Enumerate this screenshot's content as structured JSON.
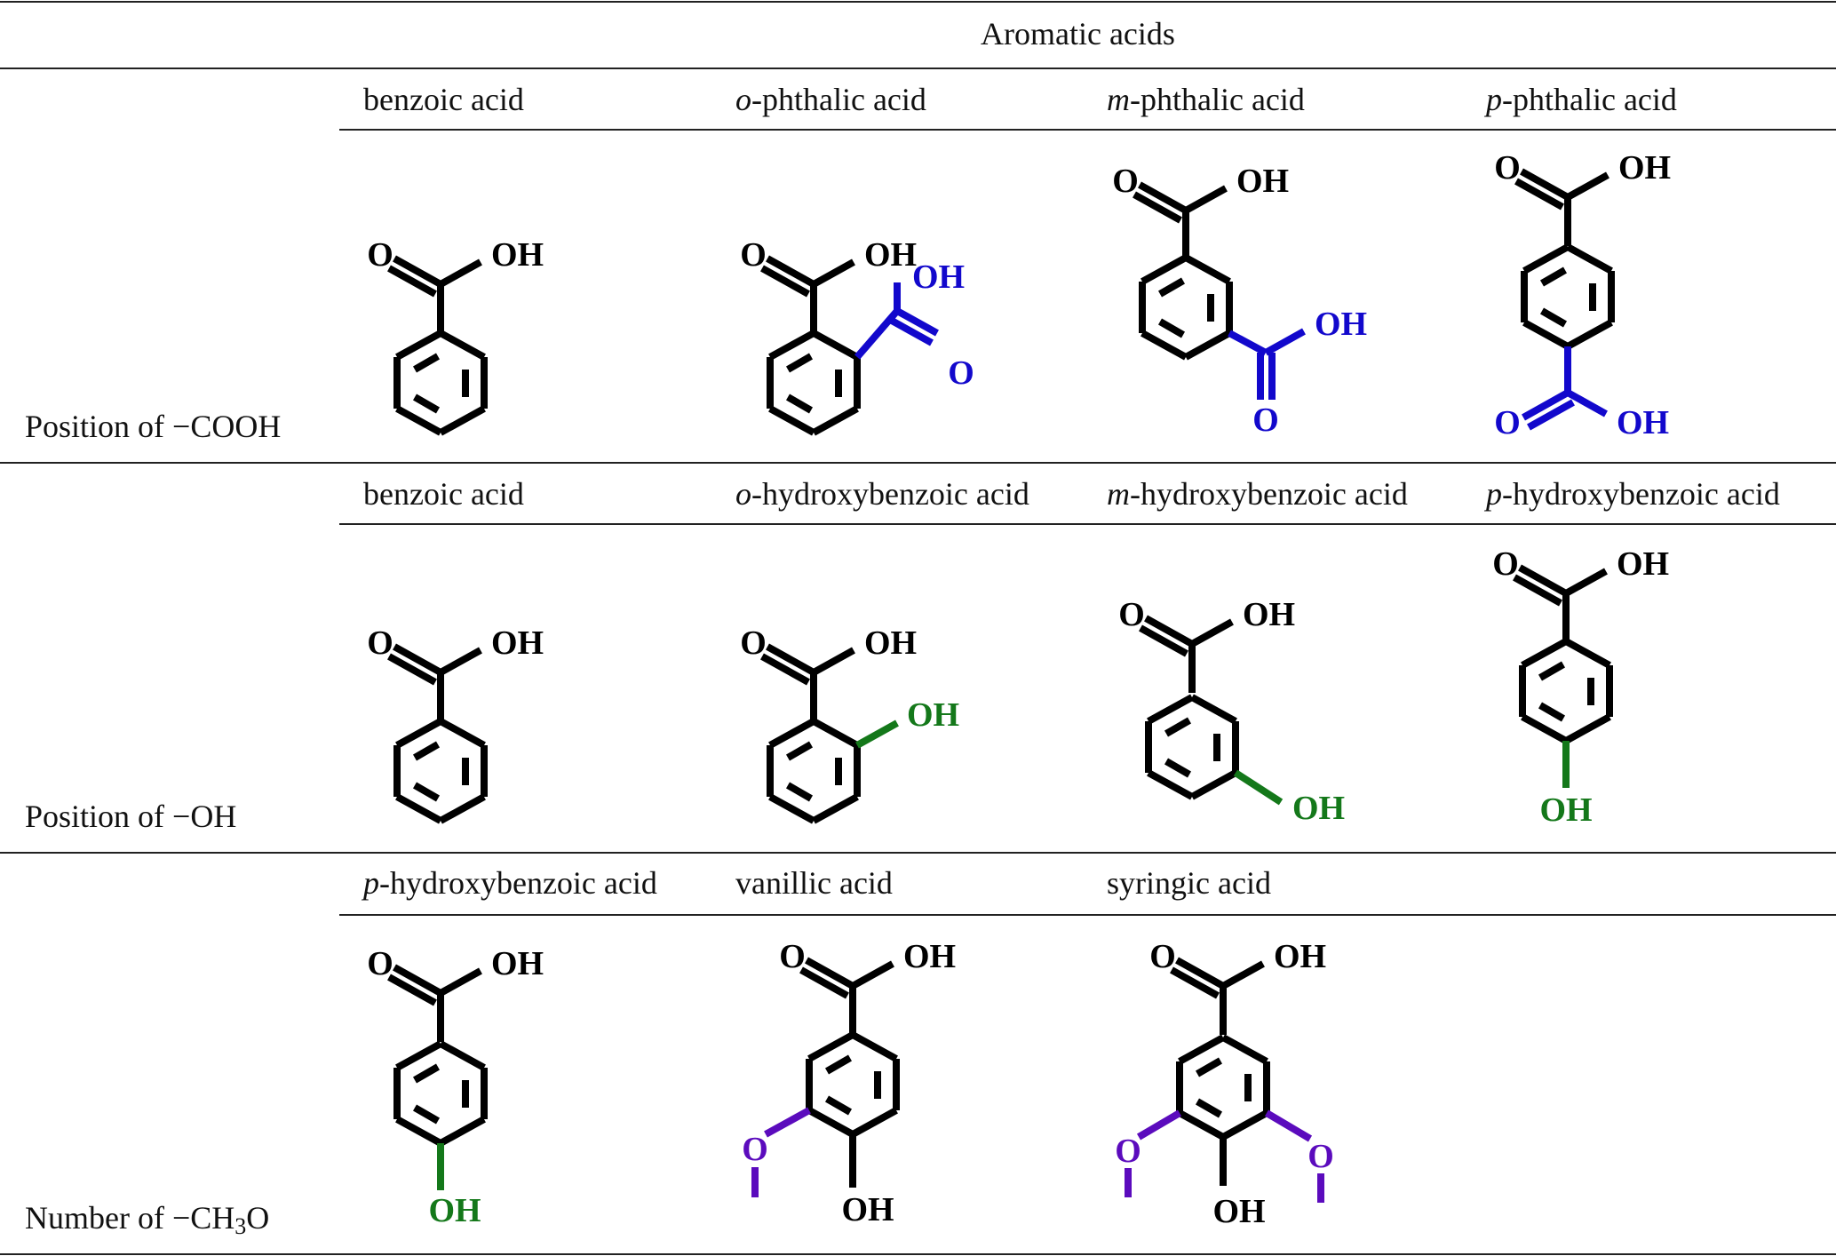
{
  "table": {
    "header": "Aromatic acids",
    "colors": {
      "bond": "#000000",
      "cooh_highlight": "#1208cc",
      "oh_highlight": "#14781a",
      "methoxy_highlight": "#5b0bbd"
    },
    "rows": [
      {
        "label": "Position of −COOH",
        "compounds": [
          {
            "prefix": "",
            "name": "benzoic acid",
            "highlight": "none"
          },
          {
            "prefix": "o",
            "name": "-phthalic acid",
            "highlight": "cooh_highlight"
          },
          {
            "prefix": "m",
            "name": "-phthalic acid",
            "highlight": "cooh_highlight"
          },
          {
            "prefix": "p",
            "name": "-phthalic acid",
            "highlight": "cooh_highlight"
          }
        ]
      },
      {
        "label": "Position of −OH",
        "compounds": [
          {
            "prefix": "",
            "name": "benzoic acid",
            "highlight": "none"
          },
          {
            "prefix": "o",
            "name": "-hydroxybenzoic acid",
            "highlight": "oh_highlight"
          },
          {
            "prefix": "m",
            "name": "-hydroxybenzoic acid",
            "highlight": "oh_highlight"
          },
          {
            "prefix": "p",
            "name": "-hydroxybenzoic acid",
            "highlight": "oh_highlight"
          }
        ]
      },
      {
        "label_main": "Number of −CH",
        "label_sub": "3",
        "label_end": "O",
        "compounds": [
          {
            "prefix": "p",
            "name": "-hydroxybenzoic acid",
            "highlight": "oh_highlight"
          },
          {
            "prefix": "",
            "name": "vanillic acid",
            "highlight": "methoxy_highlight"
          },
          {
            "prefix": "",
            "name": "syringic acid",
            "highlight": "methoxy_highlight"
          }
        ]
      }
    ],
    "atom_labels": {
      "oxygen": "O",
      "hydroxyl": "OH"
    }
  }
}
